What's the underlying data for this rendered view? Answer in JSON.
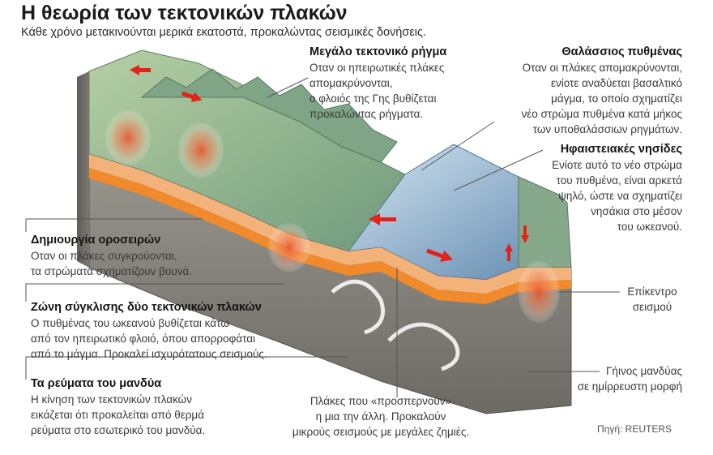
{
  "title": "Η θεωρία των τεκτονικών πλακών",
  "subtitle": "Κάθε χρόνο μετακινούνται μερικά εκατοστά, προκαλώντας σεισμικές δονήσεις.",
  "labels": {
    "rift": {
      "heading": "Μεγάλο τεκτονικό ρήγμα",
      "lines": [
        "Οταν οι ηπειρωτικές πλάκες",
        "απομακρύνονται,",
        "ο φλοιός της Γης  βυθίζεται",
        "προκαλώντας ρήγματα."
      ]
    },
    "seafloor": {
      "heading": "Θαλάσσιος πυθμένας",
      "lines": [
        "Οταν οι πλάκες απομακρύνονται,",
        "ενίοτε αναδύεται  βασαλτικό",
        "μάγμα, το οποίο σχηματίζει",
        "νέο στρώμα πυθμένα κατά μήκος",
        "των υποθαλάσσιων ρηγμάτων."
      ]
    },
    "volcanic": {
      "heading": "Ηφαιστειακές νησίδες",
      "lines": [
        "Ενίοτε  αυτό το νέο στρώμα",
        "του πυθμένα, είναι αρκετά",
        "ψηλό, ώστε να  σχηματίζει",
        "νησάκια στο μέσον",
        "του ωκεανού."
      ]
    },
    "mountains": {
      "heading": "Δημιουργία οροσειρών",
      "lines": [
        "Οταν οι πλάκες συγκρούονται,",
        "τα στρώματα σχηματίζουν βουνά."
      ]
    },
    "subduction": {
      "heading": "Ζώνη σύγκλισης δύο τεκτονικών πλακών",
      "lines": [
        "Ο πυθμένας του ωκεανού βυθίζεται κάτω",
        "από τον ηπειρωτικό φλοιό, όπου απορροφάται",
        "από το μάγμα. Προκαλεί ισχυρότατους σεισμούς."
      ]
    },
    "mantle": {
      "heading": "Τα ρεύματα του μανδύα",
      "lines": [
        "Η κίνηση των τεκτονικών πλακών",
        "εικάζεται ότι προκαλείται από θερμά",
        "ρεύματα στο εσωτερικό του μανδύα."
      ]
    },
    "transform": {
      "lines": [
        "Πλάκες που «προσπερνούν»",
        "η μια την άλλη. Προκαλούν",
        "μικρούς σεισμούς με μεγάλες ζημιές."
      ]
    },
    "epicenter": {
      "lines": [
        "Επίκεντρο",
        "σεισμού"
      ]
    },
    "earth_mantle": {
      "lines": [
        "Γήινος μανδύας",
        "σε ημίρρευστη μορφή"
      ]
    }
  },
  "source": "Πηγή: REUTERS",
  "colors": {
    "crust": "#f3b27a",
    "orange_layer": "#f08a2c",
    "mantle": "#8d8a83",
    "mantle_dark": "#6f6c66",
    "land": "#9fbf8f",
    "mountain": "#7fa586",
    "ocean": "#b9d4e6",
    "ocean_deep": "#5d86ad",
    "arrow": "#e2231a",
    "quake": "#e8552a"
  }
}
